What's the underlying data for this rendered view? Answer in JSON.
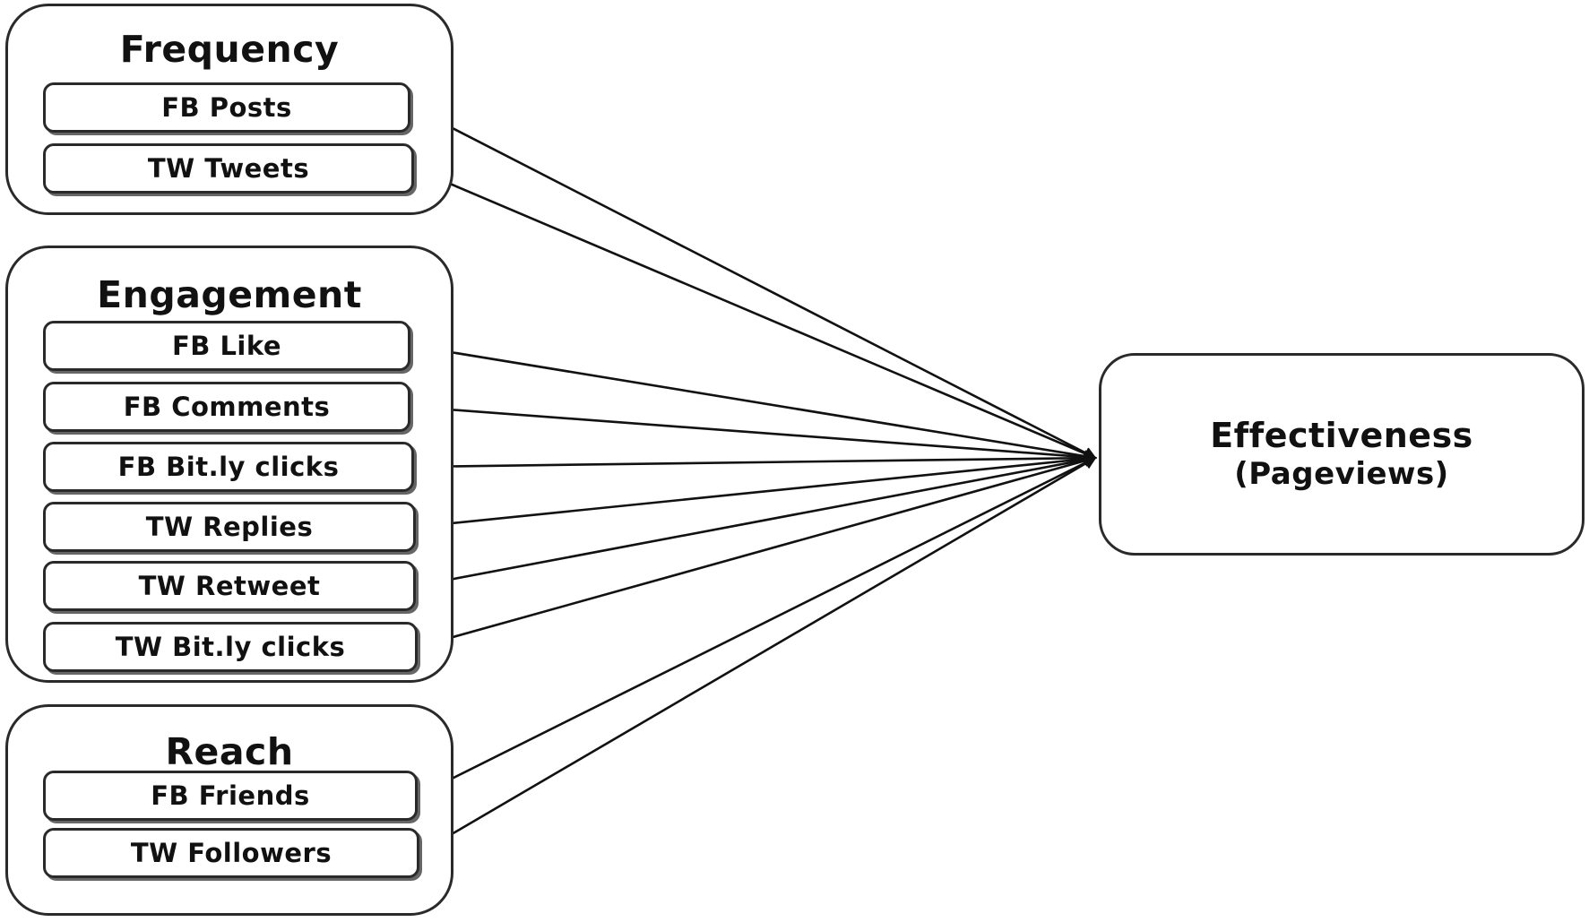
{
  "groups": [
    {
      "title": "Frequency",
      "items": [
        "FB Posts",
        "TW Tweets"
      ]
    },
    {
      "title": "Engagement",
      "items": [
        "FB Like",
        "FB Comments",
        "FB Bit.ly clicks",
        "TW Replies",
        "TW Retweet",
        "TW Bit.ly clicks"
      ]
    },
    {
      "title": "Reach",
      "items": [
        "FB Friends",
        "TW Followers"
      ]
    }
  ],
  "target": {
    "title": "Effectiveness",
    "subtitle": "(Pageviews)"
  }
}
